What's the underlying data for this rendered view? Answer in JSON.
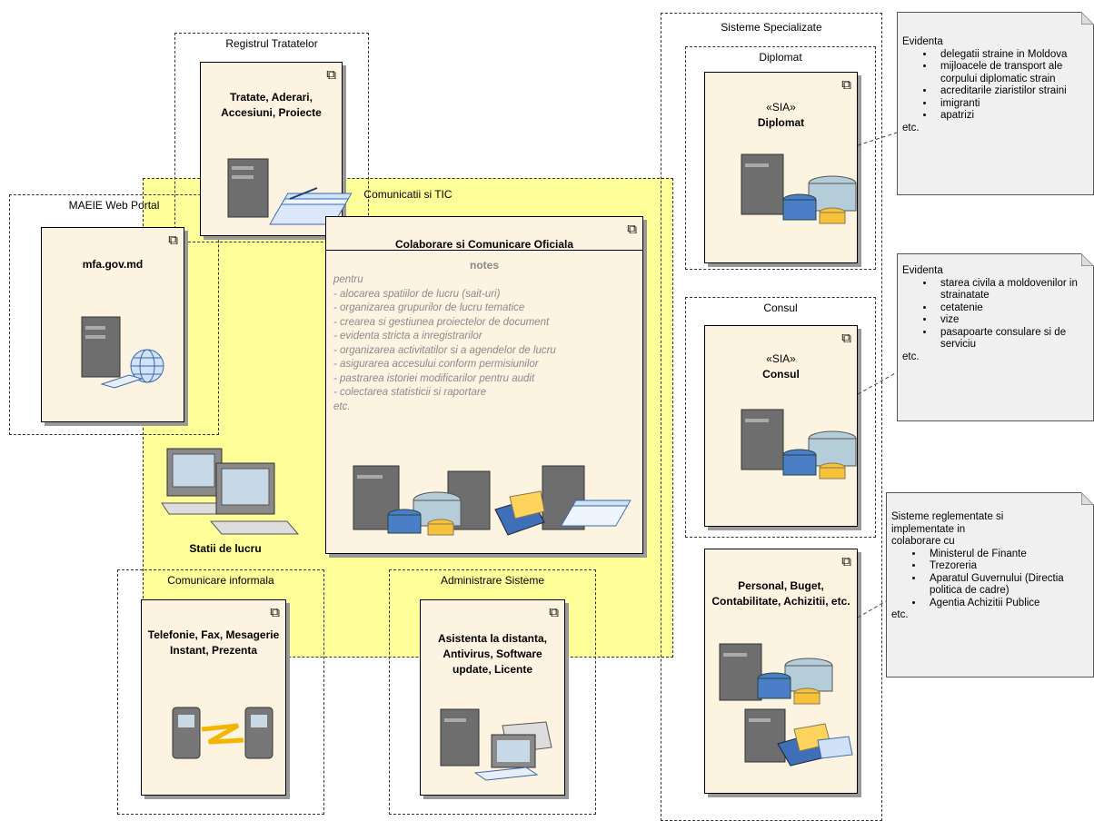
{
  "packages": {
    "registrul": "Registrul Tratatelor",
    "maeie": "MAEIE Web Portal",
    "comunicatii": "Comunicatii si TIC",
    "comunicare_informala": "Comunicare informala",
    "administrare": "Administrare Sisteme",
    "sisteme_specializate": "Sisteme Specializate",
    "diplomat": "Diplomat",
    "consul": "Consul"
  },
  "components": {
    "tratate": "Tratate, Aderari, Accesiuni, Proiecte",
    "mfa": "mfa.gov.md",
    "colaborare": "Colaborare si Comunicare Oficiala",
    "telefonie": "Telefonie, Fax, Mesagerie Instant, Prezenta",
    "asistenta": "Asistenta la distanta, Antivirus, Software update, Licente",
    "diplomat_stereo": "«SIA»",
    "diplomat_name": "Diplomat",
    "consul_stereo": "«SIA»",
    "consul_name": "Consul",
    "personal": "Personal, Buget, Contabilitate, Achizitii, etc."
  },
  "statii_label": "Statii de lucru",
  "colaborare_notes": {
    "heading": "notes",
    "intro": "pentru",
    "items": [
      "- alocarea spatiilor de lucru (sait-uri)",
      "- organizarea grupurilor de lucru tematice",
      "- crearea si gestiunea proiectelor de document",
      "- evidenta stricta a inregistrarilor",
      "- organizarea activitatilor si a agendelor de lucru",
      "- asigurarea accesului conform permisiunilor",
      "- pastrarea istoriei modificarilor pentru audit",
      "- colectarea statisticii si raportare"
    ],
    "outro": "etc."
  },
  "notes": {
    "diplomat": {
      "title": "Evidenta",
      "items": [
        "delegatii straine in Moldova",
        "mijloacele de transport ale corpului diplomatic strain",
        "acreditarile ziaristilor straini",
        "imigranti",
        "apatrizi"
      ],
      "footer": "etc."
    },
    "consul": {
      "title": "Evidenta",
      "items": [
        "starea civila a moldovenilor in strainatate",
        "cetatenie",
        "vize",
        "pasapoarte consulare si de serviciu"
      ],
      "footer": "etc."
    },
    "personal": {
      "title": "Sisteme reglementate si implementate in colaborare cu",
      "items": [
        "Ministerul de Finante",
        "Trezoreria",
        "Aparatul Guvernului (Directia politica de cadre)",
        "Agentia Achizitii Publice"
      ],
      "footer": "etc."
    }
  }
}
